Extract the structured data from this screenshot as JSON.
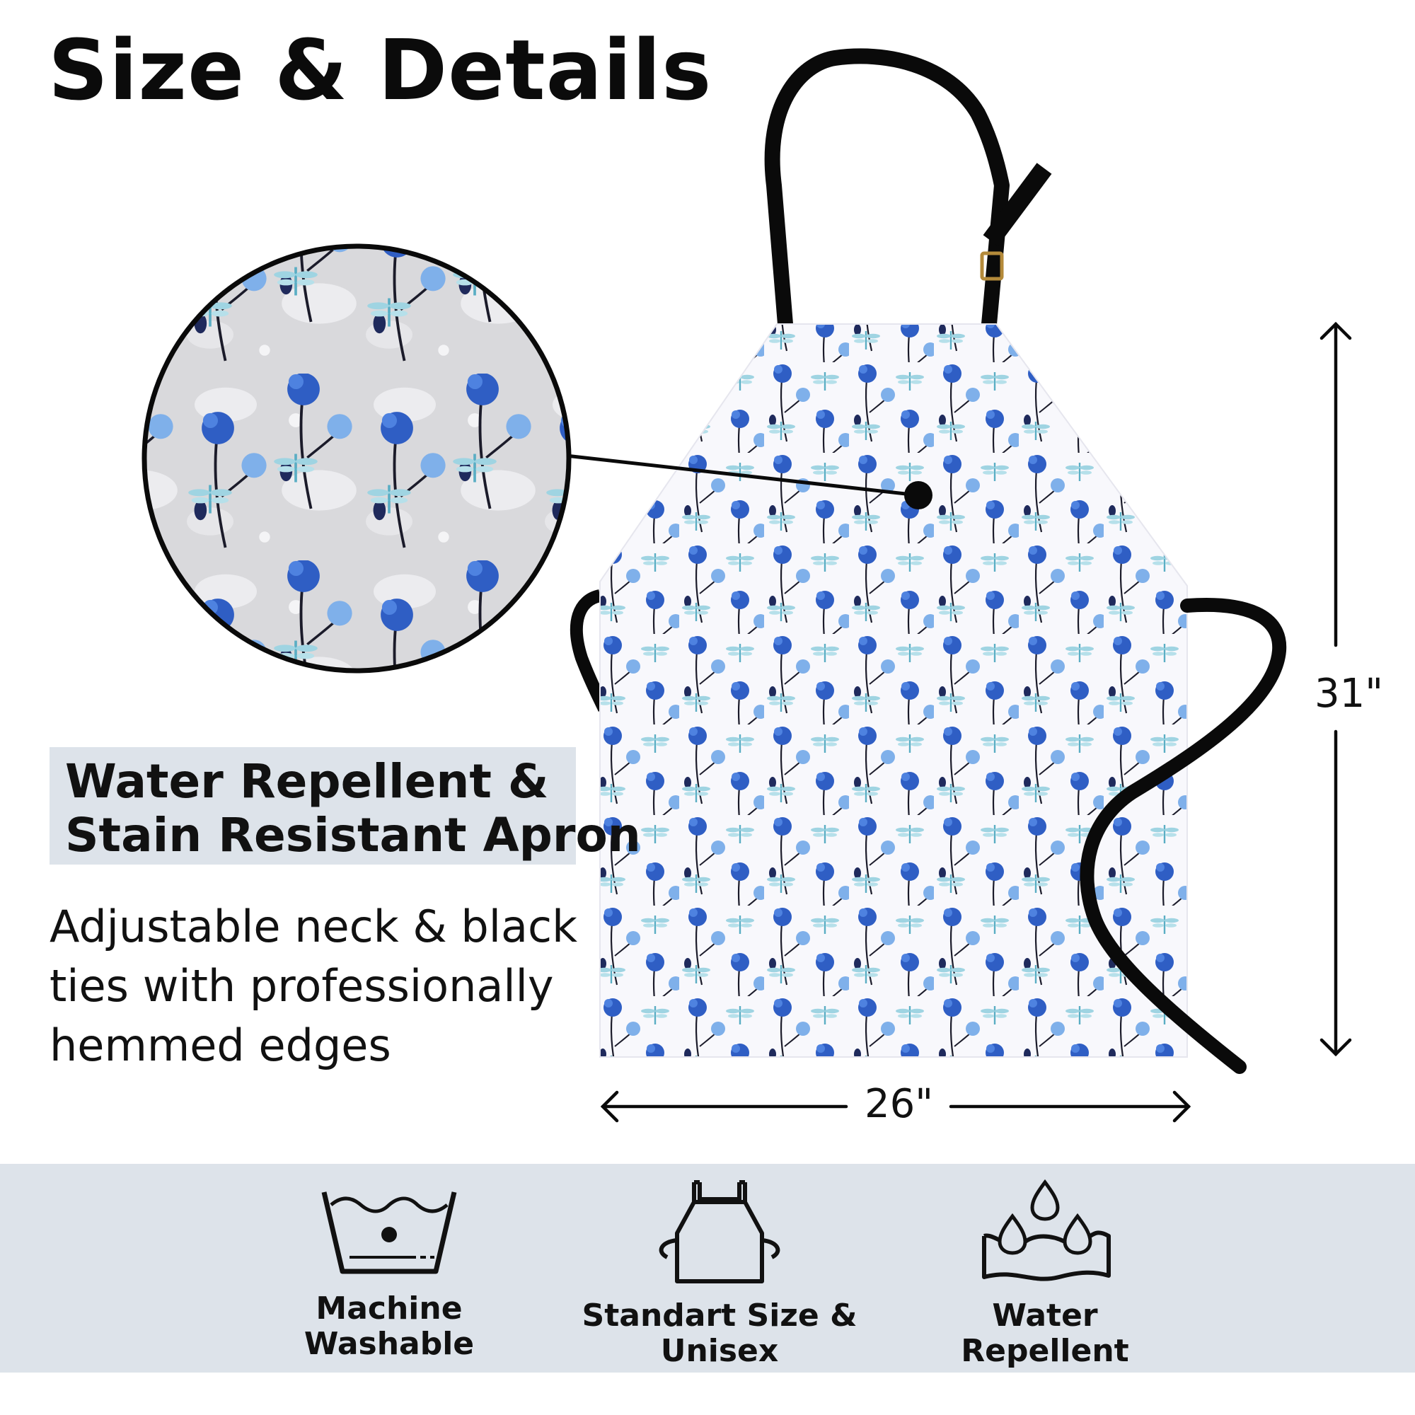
{
  "heading": "Size & Details",
  "feature_box": {
    "line1": "Water Repellent &",
    "line2": "Stain Resistant Apron"
  },
  "description": {
    "line1": "Adjustable neck & black",
    "line2": "ties with professionally",
    "line3": "hemmed edges"
  },
  "dimensions": {
    "width": "26\"",
    "height": "31\""
  },
  "features": [
    {
      "line1": "Machine",
      "line2": "Washable",
      "icon": "washing-tub-icon"
    },
    {
      "line1": "Standart Size &",
      "line2": "Unisex",
      "icon": "apron-outline-icon"
    },
    {
      "line1": "Water",
      "line2": "Repellent",
      "icon": "water-drops-icon"
    }
  ],
  "colors": {
    "flower_dark": "#2f5ec4",
    "flower_light": "#7fb0ea",
    "dragonfly": "#7cc4d6",
    "panel": "#dde3ea",
    "strap": "#0a0a0a"
  }
}
